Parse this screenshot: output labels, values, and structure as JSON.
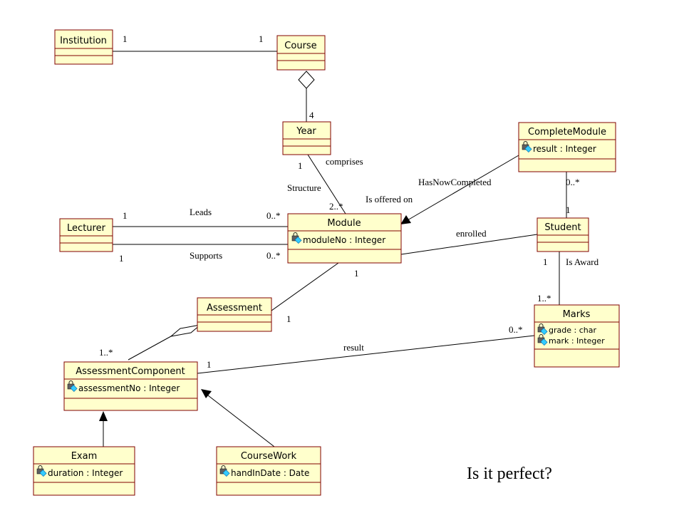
{
  "classes": {
    "institution": {
      "name": "Institution"
    },
    "course": {
      "name": "Course"
    },
    "year": {
      "name": "Year"
    },
    "complete_module": {
      "name": "CompleteModule",
      "attr": "result : Integer"
    },
    "lecturer": {
      "name": "Lecturer"
    },
    "module": {
      "name": "Module",
      "attr": "moduleNo : Integer"
    },
    "student": {
      "name": "Student"
    },
    "assessment": {
      "name": "Assessment"
    },
    "marks": {
      "name": "Marks",
      "attr1": "grade : char",
      "attr2": "mark : Integer"
    },
    "assessment_component": {
      "name": "AssessmentComponent",
      "attr": "assessmentNo : Integer"
    },
    "exam": {
      "name": "Exam",
      "attr": "duration : Integer"
    },
    "coursework": {
      "name": "CourseWork",
      "attr": "handInDate : Date"
    }
  },
  "labels": {
    "m_inst": "1",
    "m_course": "1",
    "m_year4": "4",
    "comprises": "comprises",
    "m_year1": "1",
    "structure": "Structure",
    "m_2star": "2..*",
    "is_offered_on": "Is offered on",
    "has_now_completed": "HasNowCompleted",
    "m_cm": "0..*",
    "m_student_cm": "1",
    "leads": "Leads",
    "m_lead1": "1",
    "m_lead_mod": "0..*",
    "supports": "Supports",
    "m_sup1": "1",
    "m_sup_mod": "0..*",
    "enrolled": "enrolled",
    "m_mod_assess": "1",
    "m_student_award": "1",
    "is_award": "Is Award",
    "m_marks": "1..*",
    "m_assess": "1",
    "m_marks_result": "0..*",
    "result": "result",
    "m_ac": "1..*",
    "m_ac_result": "1",
    "question": "Is it perfect?"
  }
}
